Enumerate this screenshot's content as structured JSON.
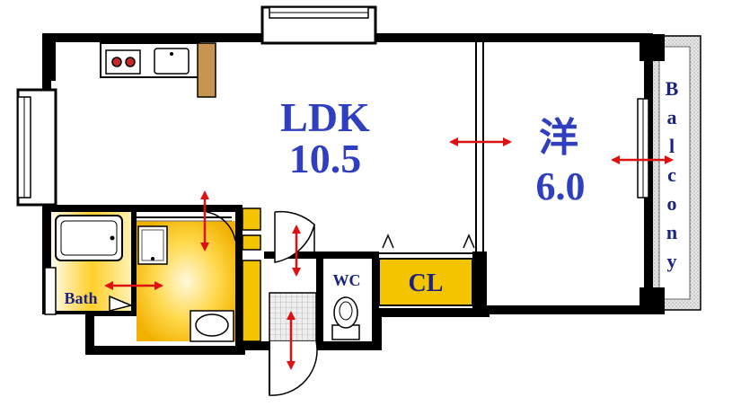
{
  "rooms": {
    "ldk_name": "LDK",
    "ldk_size": "10.5",
    "western_name": "洋",
    "western_size": "6.0",
    "closet": "CL",
    "toilet": "WC",
    "bath": "Bath"
  },
  "balcony": {
    "letters": [
      "B",
      "a",
      "l",
      "c",
      "o",
      "n",
      "y"
    ]
  },
  "colors": {
    "wall": "#000000",
    "text": "#2f3fbf",
    "arrow": "#dd1111",
    "wet_area": "#f6b800",
    "closet": "#f5c400",
    "balcony": "#d8d8d8",
    "counter": "#b98a48"
  }
}
